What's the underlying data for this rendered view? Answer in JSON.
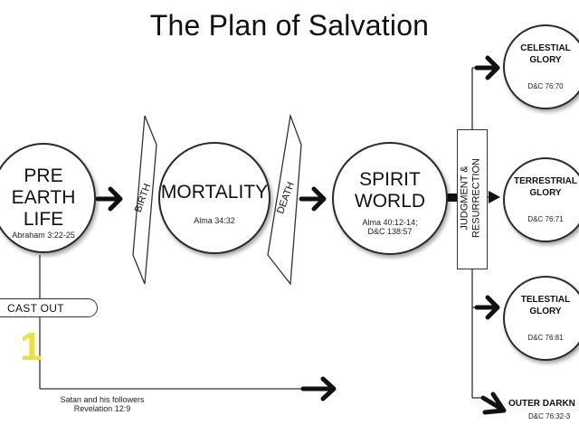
{
  "title": "The Plan of Salvation",
  "stages": {
    "pre_earth": {
      "label": "PRE\nEARTH\nLIFE",
      "ref": "Abraham 3:22-25"
    },
    "mortality": {
      "label": "MORTALITY",
      "ref": "Alma 34:32"
    },
    "spirit_world": {
      "label": "SPIRIT\nWORLD",
      "ref": "Alma 40:12-14;\nD&C 138:57"
    }
  },
  "transitions": {
    "birth": "BIRTH",
    "death": "DEATH",
    "judgment": "JUDGMENT &\nRESURRECTION"
  },
  "cast_out": {
    "label": "CAST OUT",
    "note": "Satan and his followers\nRevelation 12:9",
    "marker": "1"
  },
  "kingdoms": {
    "celestial": {
      "label": "CELESTIAL\nGLORY",
      "ref": "D&C 76:70"
    },
    "terrestrial": {
      "label": "TERRESTRIAL\nGLORY",
      "ref": "D&C 76:71"
    },
    "telestial": {
      "label": "TELESTIAL\nGLORY",
      "ref": "D&C 76:81"
    },
    "outer_darkness": {
      "label": "OUTER DARKN",
      "ref": "D&C 76:32-3"
    }
  },
  "colors": {
    "marker": "#e8e23a",
    "ink": "#111111"
  }
}
